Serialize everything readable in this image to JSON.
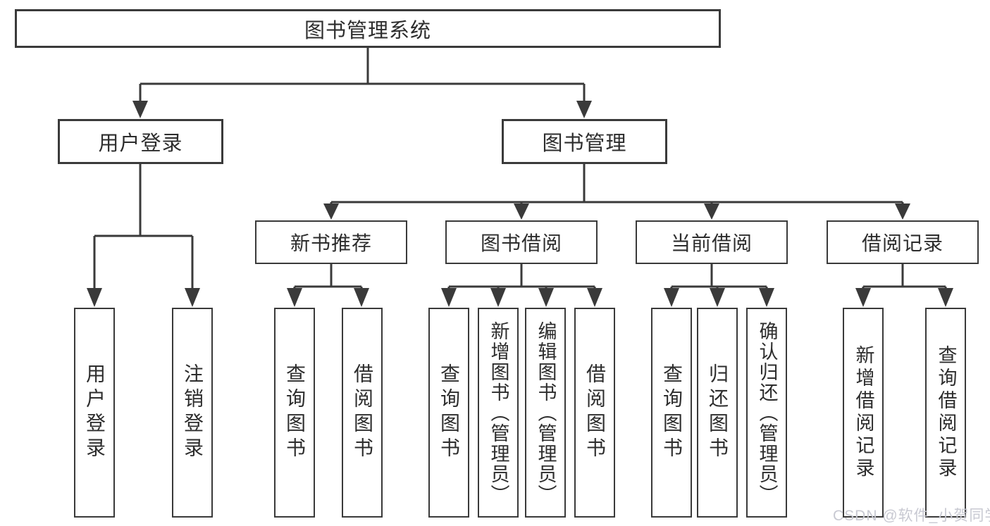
{
  "tree": {
    "label": "图书管理系统",
    "children": [
      {
        "label": "用户登录",
        "children": [
          {
            "label": "用户登录"
          },
          {
            "label": "注销登录"
          }
        ]
      },
      {
        "label": "图书管理",
        "children": [
          {
            "label": "新书推荐",
            "children": [
              {
                "label": "查询图书"
              },
              {
                "label": "借阅图书"
              }
            ]
          },
          {
            "label": "图书借阅",
            "children": [
              {
                "label": "查询图书"
              },
              {
                "label": "新增图书（管理员）"
              },
              {
                "label": "编辑图书（管理员）"
              },
              {
                "label": "借阅图书"
              }
            ]
          },
          {
            "label": "当前借阅",
            "children": [
              {
                "label": "查询图书"
              },
              {
                "label": "归还图书"
              },
              {
                "label": "确认归还（管理员）"
              }
            ]
          },
          {
            "label": "借阅记录",
            "children": [
              {
                "label": "新增借阅记录"
              },
              {
                "label": "查询借阅记录"
              }
            ]
          }
        ]
      }
    ]
  },
  "watermark": {
    "text": "CSDN @软件_小贺同学"
  },
  "colors": {
    "line": "#3a3a3a",
    "text": "#2d2d2d",
    "background": "#ffffff",
    "watermark": "#c8c9d2"
  }
}
